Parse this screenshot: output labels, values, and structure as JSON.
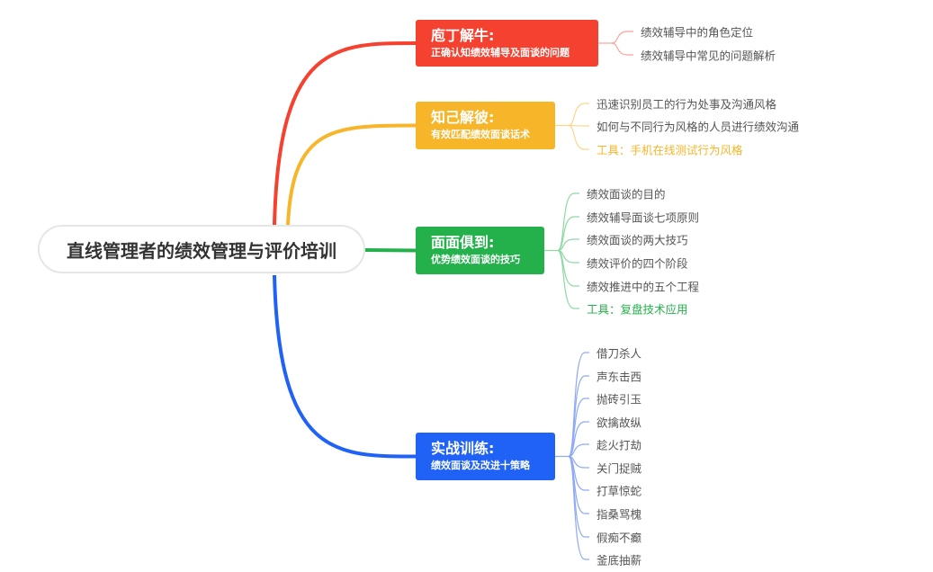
{
  "root": "直线管理者的绩效管理与评价培训",
  "branches": [
    {
      "title": "庖丁解牛:",
      "subtitle": "正确认知绩效辅导及面谈的问题",
      "color": "#f5412f",
      "leaves": [
        "绩效辅导中的角色定位",
        "绩效辅导中常见的问题解析"
      ]
    },
    {
      "title": "知己解彼:",
      "subtitle": "有效匹配绩效面谈话术",
      "color": "#f7b52a",
      "leaves": [
        "迅速识别员工的行为处事及沟通风格",
        "如何与不同行为风格的人员进行绩效沟通"
      ],
      "tool": "工具：手机在线测试行为风格"
    },
    {
      "title": "面面俱到:",
      "subtitle": "优势绩效面谈的技巧",
      "color": "#24b14c",
      "leaves": [
        "绩效面谈的目的",
        "绩效辅导面谈七项原则",
        "绩效面谈的两大技巧",
        "绩效评价的四个阶段",
        "绩效推进中的五个工程"
      ],
      "tool": "工具：复盘技术应用"
    },
    {
      "title": "实战训练:",
      "subtitle": "绩效面谈及改进十策略",
      "color": "#1f62f5",
      "leaves": [
        "借刀杀人",
        "声东击西",
        "抛砖引玉",
        "欲擒故纵",
        "趁火打劫",
        "关门捉贼",
        "打草惊蛇",
        "指桑骂槐",
        "假痴不癫",
        "釜底抽薪"
      ]
    }
  ]
}
